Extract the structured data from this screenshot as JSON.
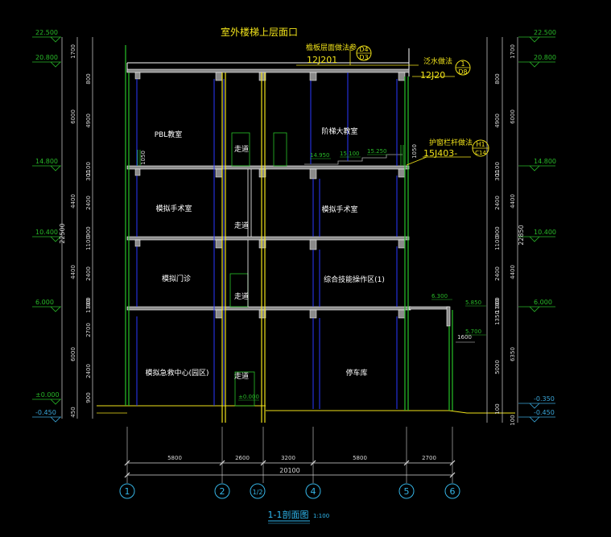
{
  "title": "1-1剖面图",
  "scale": "1:100",
  "roof_note": "室外楼梯上层面口",
  "notes": {
    "parapet": "檐板层面做法参",
    "parapet_ref": "12J201",
    "parapet_sym_top": "D4",
    "parapet_sym_bottom": "D3",
    "flood": "泛水做法",
    "flood_ref": "12J20",
    "flood_sym_top": "1",
    "flood_sym_bottom": "D8",
    "rail": "护窗栏杆做法",
    "rail_ref": "15J403-",
    "rail_sym_top": "H1",
    "rail_sym_bottom": "C14"
  },
  "elevations_left": [
    "22.500",
    "20.800",
    "14.800",
    "10.400",
    "6.000",
    "±0.000",
    "-0.450"
  ],
  "elevations_right": [
    "22.500",
    "20.800",
    "14.800",
    "10.400",
    "6.000",
    "-0.350",
    "-0.450"
  ],
  "inner_levels": [
    "14.950",
    "15.100",
    "15.250",
    "6.300",
    "5.850",
    "5.700",
    "±0.000"
  ],
  "dims_left_outer": [
    "1700",
    "6000",
    "4400",
    "4400",
    "6000",
    "450"
  ],
  "dims_left_inner": [
    "800",
    "4900",
    "1100",
    "300",
    "2400",
    "1100",
    "900",
    "2400",
    "1100",
    "900",
    "2700",
    "2400",
    "900"
  ],
  "dims_left_total": "22500",
  "dims_right_outer": [
    "1700",
    "6000",
    "4400",
    "4400",
    "6350",
    "100"
  ],
  "dims_right_inner": [
    "800",
    "4900",
    "1100",
    "300",
    "2400",
    "1100",
    "900",
    "2400",
    "1100",
    "900",
    "1350",
    "5000",
    "100"
  ],
  "dims_right_total": "22850",
  "small_dims": [
    "1050",
    "1050",
    "1600"
  ],
  "rooms": [
    "PBL教室",
    "走道",
    "阶梯大教室",
    "模拟手术室",
    "走道",
    "模拟手术室",
    "模拟门诊",
    "走道",
    "综合技能操作区(1)",
    "模拟急救中心(园区)",
    "走道",
    "停车库"
  ],
  "dims_bottom": [
    "5800",
    "2600",
    "3200",
    "5800",
    "2700"
  ],
  "dims_bottom_total": "20100",
  "axes": [
    "1",
    "2",
    "1/2",
    "4",
    "5",
    "6"
  ],
  "colors": {
    "background": "#000000",
    "structure": "#ffffff",
    "slab_fill": "#8a8a8a",
    "wall_blue": "#2a39ff",
    "column_green": "#27c227",
    "elev_green": "#28b828",
    "elev_cyan": "#3aa6d8",
    "dim_white": "#d8d8d8",
    "text_yellow": "#f0e21a",
    "title_cyan": "#2fb8f0",
    "axis_cyan": "#35b5e6"
  }
}
